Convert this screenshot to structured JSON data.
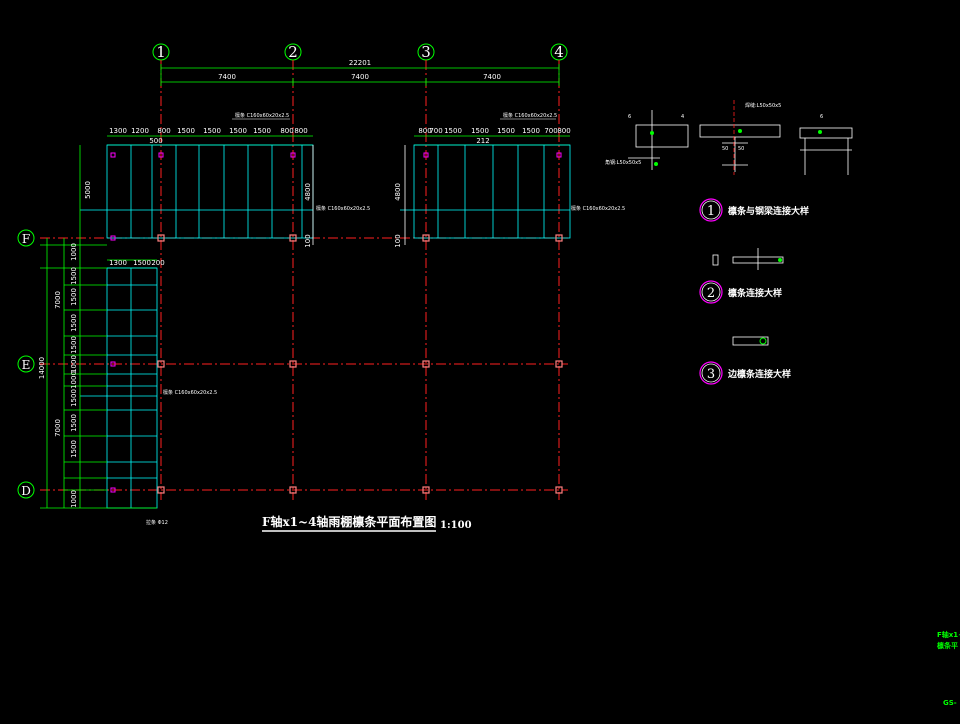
{
  "drawing": {
    "title": "F轴x1~4轴雨棚檩条平面布置图",
    "scale": "1:100"
  },
  "axes": {
    "columns": [
      "1",
      "2",
      "3",
      "4"
    ],
    "rows": [
      "F",
      "E",
      "D"
    ]
  },
  "dimensions": {
    "overall_top": "22201",
    "bays_top": [
      "7400",
      "7400",
      "7400"
    ],
    "left_group_top": [
      "1300",
      "1200",
      "800",
      "1500",
      "1500",
      "1500",
      "1500",
      "800",
      "800"
    ],
    "left_group_sub": "500",
    "right_group_top": [
      "800",
      "700",
      "1500",
      "1500",
      "1500",
      "1500",
      "700",
      "800"
    ],
    "right_group_sub": "212",
    "canopy_depth_left": "5000",
    "canopy_depth_inner_left": "4800",
    "canopy_depth_inner_right": "4800",
    "edge_offset": "100",
    "side_panel_top": [
      "1300",
      "1500",
      "200"
    ],
    "side_total": "14000",
    "side_bays": [
      "7000",
      "7000"
    ],
    "side_rows": [
      "1000",
      "1500",
      "1500",
      "1500",
      "1500",
      "1000",
      "1000",
      "1500",
      "1500",
      "1500",
      "1000"
    ]
  },
  "annotations": {
    "purlin_note_a": "檩条 C160x60x20x2.5",
    "purlin_note_b": "檩条 C160x60x20x2.5",
    "purlin_note_c": "檩条 C160x60x20x2.5",
    "purlin_note_d": "檩条 C160x60x20x2.5",
    "purlin_note_e": "檩条 C160x60x20x2.5",
    "purlin_note_f": "拉条 Φ12"
  },
  "details": [
    {
      "num": "1",
      "label": "檩条与钢梁连接大样"
    },
    {
      "num": "2",
      "label": "檩条连接大样"
    },
    {
      "num": "3",
      "label": "边檩条连接大样"
    }
  ],
  "detail_notes": {
    "weld": "焊缝:L50x50x5",
    "angle": "50",
    "angle2": "50",
    "note_bottom": "角钢:L50x50x5",
    "sym1": "6",
    "sym2": "4",
    "sym3": "6"
  },
  "side_block": {
    "line1": "F轴x1~",
    "line2": "檩条平",
    "sheet": "GS-"
  },
  "colors": {
    "background": "#000000",
    "axis_line": "#ff2020",
    "purlin": "#00ffff",
    "dimension": "#00ff00",
    "text": "#ffffff",
    "column_marker": "#ff8080",
    "bolt_marker": "#ff00ff"
  }
}
